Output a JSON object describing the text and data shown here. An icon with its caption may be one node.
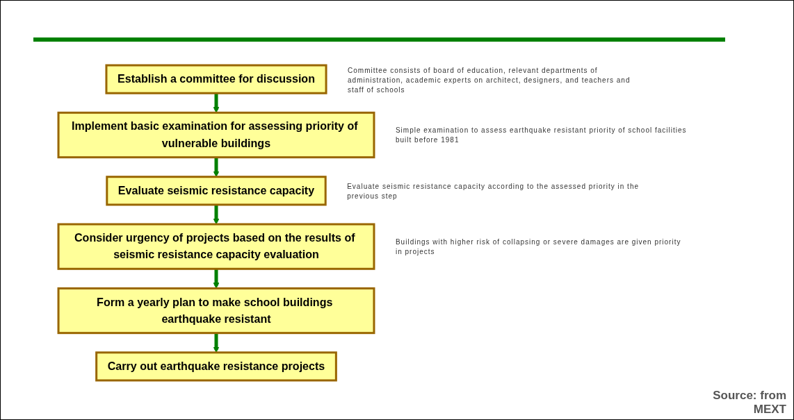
{
  "diagram": {
    "nodes": [
      {
        "text": [
          "Establish a committee for discussion"
        ],
        "beside": [
          "Committee consists of board of education, relevant departments of administration, academic experts on architect, designers, and teachers and staff of schools"
        ]
      },
      {
        "text": [
          "Implement basic examination for assessing priority of vulnerable buildings"
        ],
        "beside": [
          "Simple examination to assess earthquake resistant priority of school facilities built before 1981"
        ]
      },
      {
        "text": [
          "Evaluate seismic resistance capacity"
        ],
        "beside": [
          "Evaluate seismic resistance capacity according to the assessed priority in the previous step"
        ]
      },
      {
        "text": [
          "Consider urgency of projects based on the results of seismic resistance capacity evaluation"
        ],
        "beside": [
          "Buildings with higher risk of collapsing or severe damages are given priority in projects"
        ]
      },
      {
        "text": [
          "Form a yearly plan to make school buildings earthquake resistant"
        ]
      },
      {
        "text": [
          "Carry out earthquake resistance projects"
        ]
      }
    ],
    "edges": [
      {
        "from": 0,
        "to": 1,
        "arrow": "to"
      },
      {
        "from": 1,
        "to": 2,
        "arrow": "to"
      },
      {
        "from": 2,
        "to": 3,
        "arrow": "to"
      },
      {
        "from": 3,
        "to": 4,
        "arrow": "to"
      },
      {
        "from": 4,
        "to": 5,
        "arrow": "to"
      }
    ],
    "labels": [
      "Source: from MEXT"
    ]
  }
}
